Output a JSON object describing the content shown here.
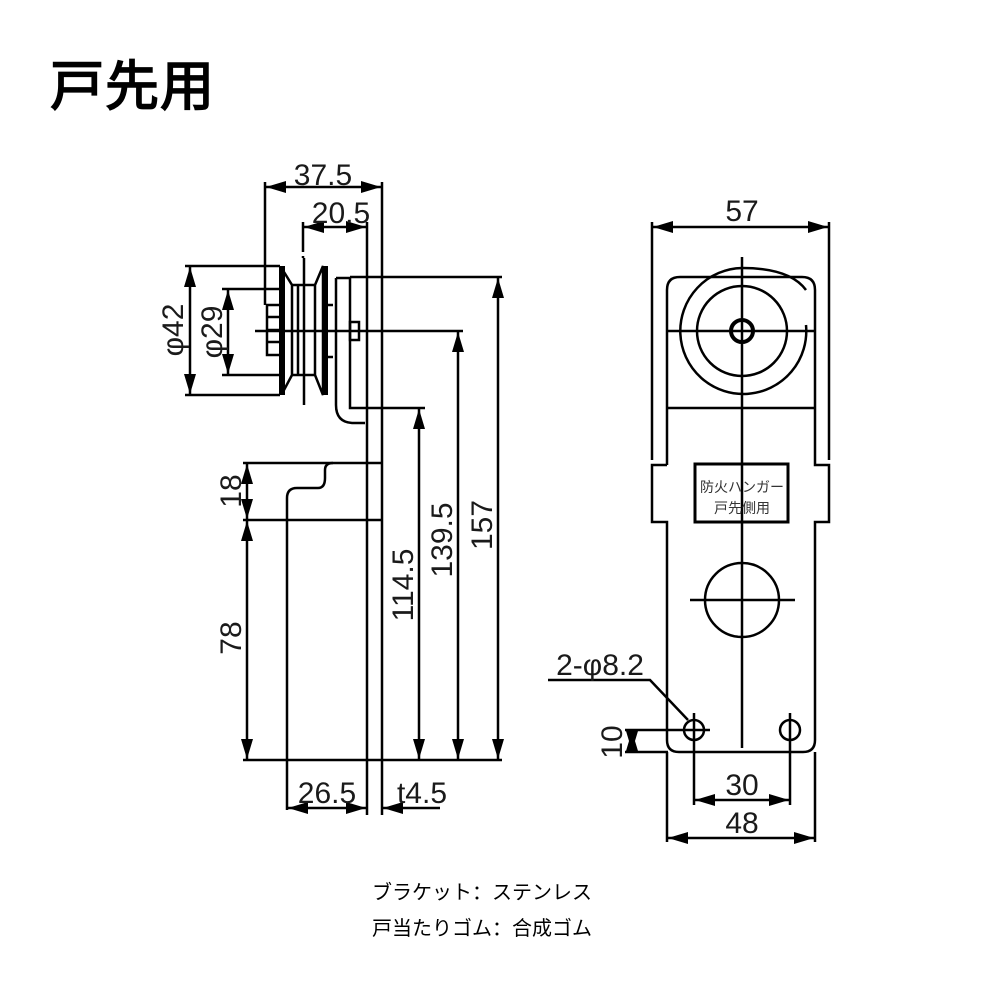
{
  "title": "戸先用",
  "side_view": {
    "dims": {
      "width_total": "37.5",
      "width_wheel": "20.5",
      "dia_outer": "φ42",
      "dia_inner": "φ29",
      "h_rubber": "18",
      "h_lower": "78",
      "h_114": "114.5",
      "h_139": "139.5",
      "h_157": "157",
      "w_26": "26.5",
      "thickness": "t4.5"
    }
  },
  "front_view": {
    "dims": {
      "width_total": "57",
      "holes": "2-φ8.2",
      "hole_offset": "10",
      "hole_pitch": "30",
      "plate_width": "48"
    },
    "label_line1": "防火ハンガー",
    "label_line2": "戸先側用"
  },
  "notes": [
    "ブラケット：ステンレス",
    "戸当たりゴム：合成ゴム"
  ]
}
